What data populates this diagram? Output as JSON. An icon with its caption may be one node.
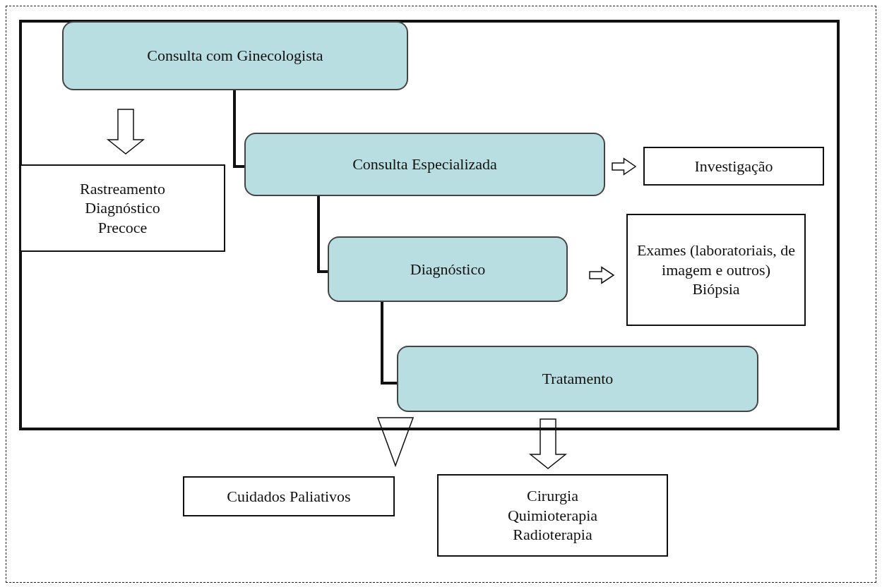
{
  "diagram": {
    "nodes": [
      {
        "text": [],
        "shape": "box"
      },
      {
        "text": [
          "Consulta com Ginecologista"
        ],
        "in": 0
      },
      {
        "text": [
          "Rastreamento",
          "Diagnóstico",
          "Precoce"
        ],
        "in": 0
      },
      {
        "text": [
          "Consulta Especializada"
        ],
        "in": 0
      },
      {
        "text": [
          "Investigação"
        ],
        "in": 0
      },
      {
        "text": [
          "Diagnóstico"
        ],
        "in": 0
      },
      {
        "text": [
          "Exames (laboratoriais, de imagem e outros)",
          "Biópsia"
        ],
        "in": 0
      },
      {
        "text": [
          "Tratamento"
        ],
        "in": 0
      },
      {
        "text": [
          "Cuidados Paliativos"
        ]
      },
      {
        "text": [
          "Cirurgia",
          "Quimioterapia",
          "Radioterapia"
        ]
      }
    ],
    "edges": [
      {
        "from": 1,
        "to": 3,
        "arrow": "none"
      },
      {
        "from": 3,
        "to": 5,
        "arrow": "none"
      },
      {
        "from": 5,
        "to": 7,
        "arrow": "none"
      },
      {
        "from": 1,
        "to": 2,
        "arrow": "to"
      },
      {
        "from": 3,
        "to": 4,
        "arrow": "to"
      },
      {
        "from": 5,
        "to": 6,
        "arrow": "to"
      },
      {
        "from": 0,
        "to": 8,
        "arrow": "to"
      },
      {
        "from": 0,
        "to": 9,
        "arrow": "to"
      }
    ]
  }
}
